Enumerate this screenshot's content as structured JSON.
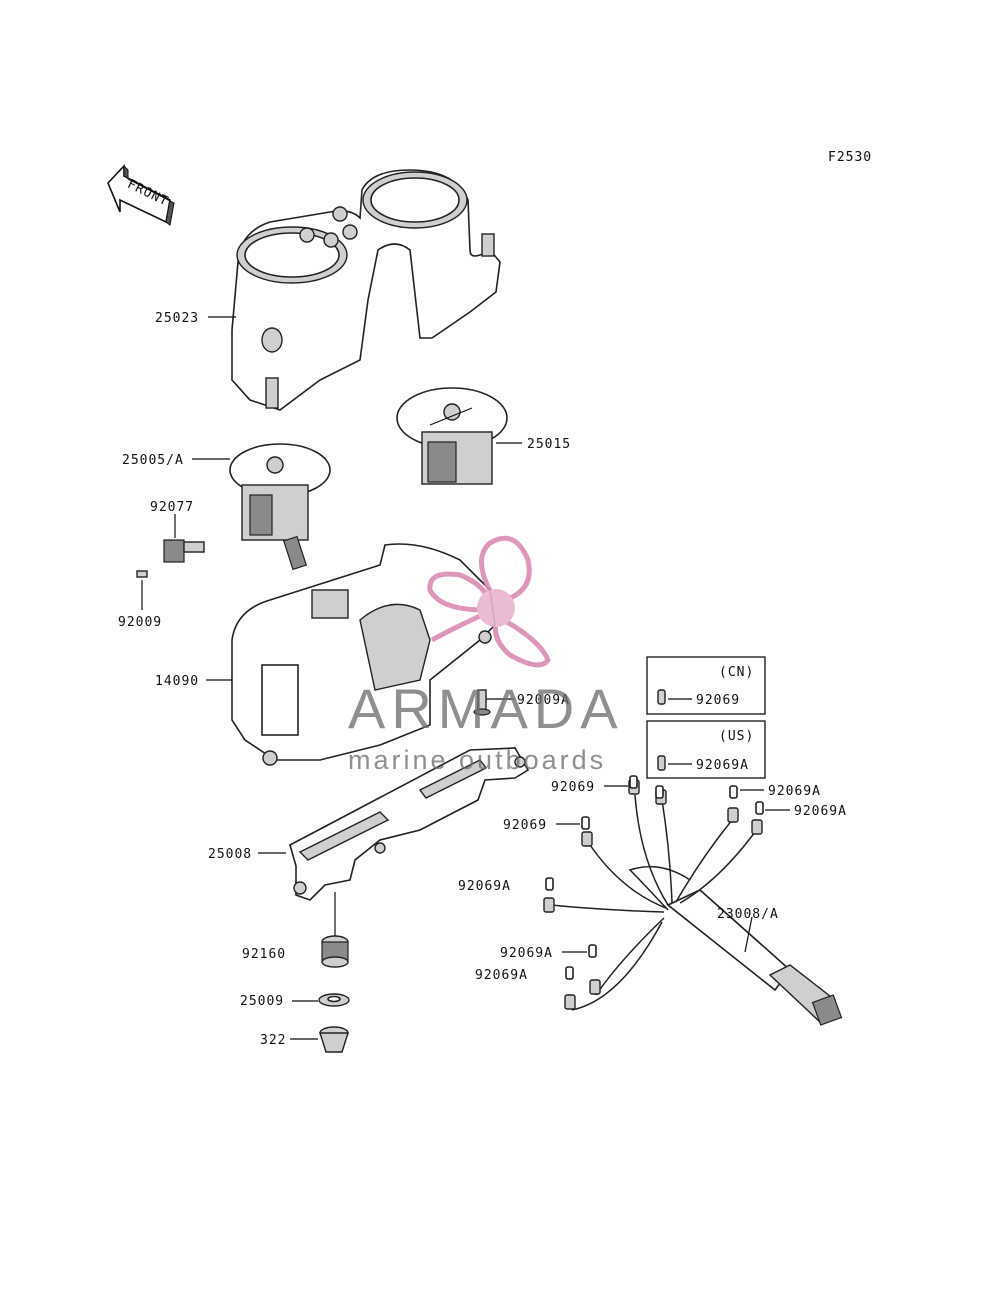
{
  "figure_code": "F2530",
  "front_arrow": {
    "text": "FRONT",
    "icon": "front-direction-arrow-icon"
  },
  "watermark": {
    "brand": "ARMADA",
    "tagline": "marine outboards",
    "logo_icon": "propeller-logo-icon",
    "color": "#d98cb3"
  },
  "labels": {
    "p25023": "25023",
    "p25005A": "25005/A",
    "p25015": "25015",
    "p92077": "92077",
    "p92009": "92009",
    "p14090": "14090",
    "p92009A": "92009A",
    "p25008": "25008",
    "p92160": "92160",
    "p25009": "25009",
    "p322": "322",
    "p23008A": "23008/A",
    "p92069_a": "92069",
    "p92069_b": "92069",
    "p92069A_a": "92069A",
    "p92069A_b": "92069A",
    "p92069A_c": "92069A",
    "p92069A_d": "92069A",
    "p92069A_e": "92069A"
  },
  "region_boxes": {
    "cn": {
      "title": "(CN)",
      "part": "92069"
    },
    "us": {
      "title": "(US)",
      "part": "92069A"
    }
  }
}
